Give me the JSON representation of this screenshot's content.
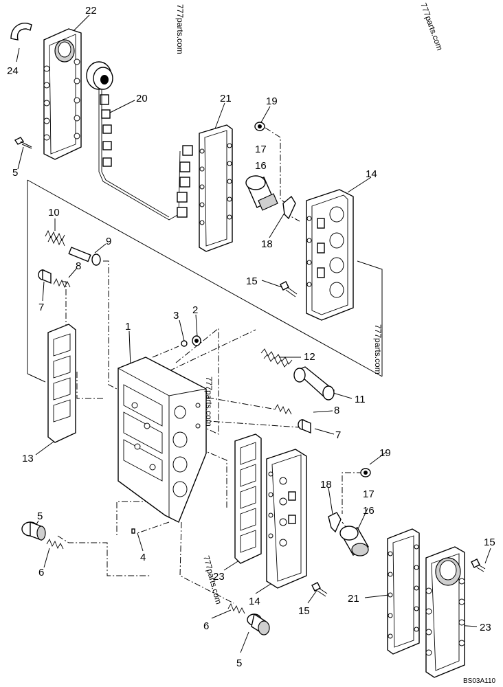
{
  "callouts": [
    {
      "id": "c22",
      "text": "22"
    },
    {
      "id": "c24",
      "text": "24"
    },
    {
      "id": "c5a",
      "text": "5"
    },
    {
      "id": "c20",
      "text": "20"
    },
    {
      "id": "c21a",
      "text": "21"
    },
    {
      "id": "c19a",
      "text": "19"
    },
    {
      "id": "c17a",
      "text": "17"
    },
    {
      "id": "c16a",
      "text": "16"
    },
    {
      "id": "c14a",
      "text": "14"
    },
    {
      "id": "c18a",
      "text": "18"
    },
    {
      "id": "c15a",
      "text": "15"
    },
    {
      "id": "c10",
      "text": "10"
    },
    {
      "id": "c9",
      "text": "9"
    },
    {
      "id": "c8a",
      "text": "8"
    },
    {
      "id": "c7a",
      "text": "7"
    },
    {
      "id": "c3",
      "text": "3"
    },
    {
      "id": "c2",
      "text": "2"
    },
    {
      "id": "c1",
      "text": "1"
    },
    {
      "id": "c12",
      "text": "12"
    },
    {
      "id": "c11",
      "text": "11"
    },
    {
      "id": "c8b",
      "text": "8"
    },
    {
      "id": "c7b",
      "text": "7"
    },
    {
      "id": "c13",
      "text": "13"
    },
    {
      "id": "c19b",
      "text": "19"
    },
    {
      "id": "c18b",
      "text": "18"
    },
    {
      "id": "c17b",
      "text": "17"
    },
    {
      "id": "c16b",
      "text": "16"
    },
    {
      "id": "c5b",
      "text": "5"
    },
    {
      "id": "c4",
      "text": "4"
    },
    {
      "id": "c6a",
      "text": "6"
    },
    {
      "id": "c15b",
      "text": "15"
    },
    {
      "id": "c23a",
      "text": "23"
    },
    {
      "id": "c14b",
      "text": "14"
    },
    {
      "id": "c21b",
      "text": "21"
    },
    {
      "id": "c15c",
      "text": "15"
    },
    {
      "id": "c23b",
      "text": "23"
    },
    {
      "id": "c6b",
      "text": "6"
    },
    {
      "id": "c5c",
      "text": "5"
    }
  ],
  "watermarks": [
    {
      "id": "wm1",
      "text": "777parts.com"
    },
    {
      "id": "wm2",
      "text": "777parts.com"
    },
    {
      "id": "wm3",
      "text": "777parts.com"
    },
    {
      "id": "wm4",
      "text": "777parts.com"
    },
    {
      "id": "wm5",
      "text": "777parts.com"
    }
  ],
  "drawing_code": "BS03A110"
}
